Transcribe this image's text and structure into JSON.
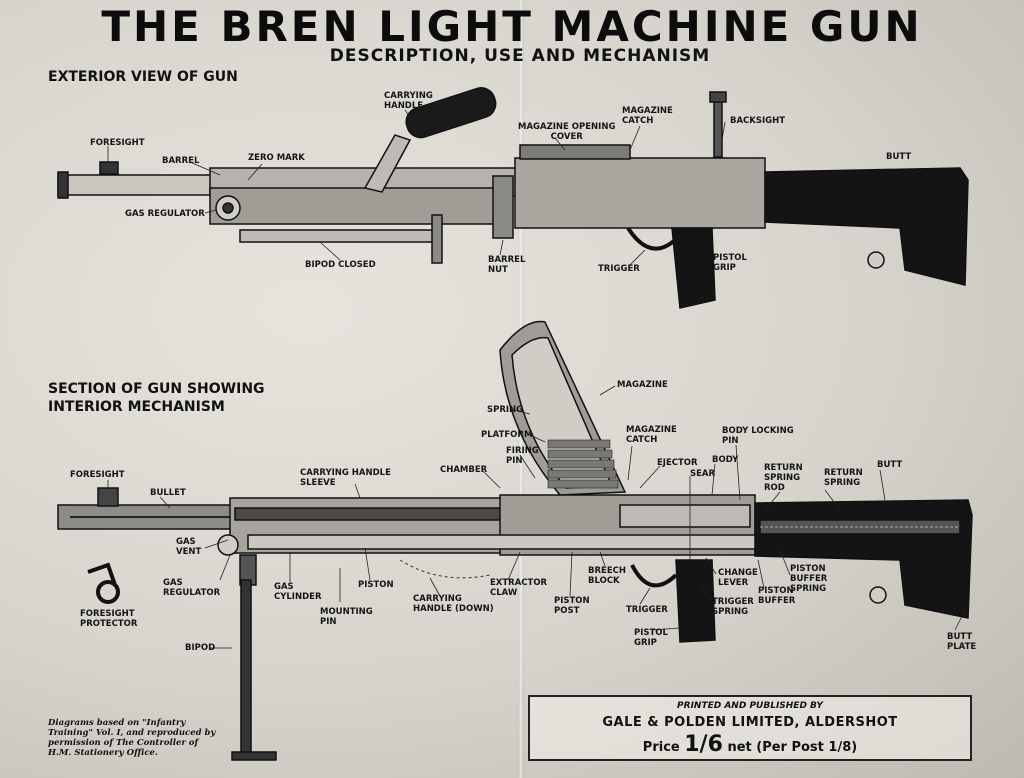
{
  "title": "THE BREN LIGHT MACHINE GUN",
  "subtitle": "DESCRIPTION, USE AND MECHANISM",
  "sections": {
    "exterior": "EXTERIOR VIEW OF GUN",
    "interior_line1": "SECTION OF GUN SHOWING",
    "interior_line2": "INTERIOR MECHANISM"
  },
  "exterior_labels": {
    "foresight": "FORESIGHT",
    "barrel": "BARREL",
    "zero_mark": "ZERO MARK",
    "carrying_handle": "CARRYING\nHANDLE",
    "magazine_opening_cover": "MAGAZINE OPENING\nCOVER",
    "magazine_catch": "MAGAZINE\nCATCH",
    "backsight": "BACKSIGHT",
    "butt": "BUTT",
    "gas_regulator": "GAS REGULATOR",
    "bipod_closed": "BIPOD CLOSED",
    "barrel_nut": "BARREL\nNUT",
    "trigger": "TRIGGER",
    "pistol_grip": "PISTOL\nGRIP"
  },
  "interior_labels": {
    "magazine": "MAGAZINE",
    "spring": "SPRING",
    "platform": "PLATFORM",
    "firing_pin": "FIRING\nPIN",
    "magazine_catch": "MAGAZINE\nCATCH",
    "body_locking_pin": "BODY LOCKING\nPIN",
    "body": "BODY",
    "ejector": "EJECTOR",
    "sear": "SEAR",
    "return_spring_rod": "RETURN\nSPRING\nROD",
    "return_spring": "RETURN\nSPRING",
    "butt": "BUTT",
    "foresight": "FORESIGHT",
    "bullet": "BULLET",
    "carrying_handle_sleeve": "CARRYING HANDLE\nSLEEVE",
    "chamber": "CHAMBER",
    "gas_vent": "GAS\nVENT",
    "gas_regulator": "GAS\nREGULATOR",
    "gas_cylinder": "GAS\nCYLINDER",
    "piston": "PISTON",
    "mounting_pin": "MOUNTING\nPIN",
    "carrying_handle_down": "CARRYING\nHANDLE (DOWN)",
    "extractor_claw": "EXTRACTOR\nCLAW",
    "piston_post": "PISTON\nPOST",
    "breech_block": "BREECH\nBLOCK",
    "trigger": "TRIGGER",
    "trigger_spring": "TRIGGER\nSPRING",
    "pistol_grip": "PISTOL\nGRIP",
    "change_lever": "CHANGE\nLEVER",
    "piston_buffer": "PISTON\nBUFFER",
    "piston_buffer_spring": "PISTON\nBUFFER\nSPRING",
    "butt_plate": "BUTT\nPLATE",
    "foresight_protector": "FORESIGHT\nPROTECTOR",
    "bipod": "BIPOD"
  },
  "footnote": "Diagrams based on \"Infantry\nTraining\" Vol. I, and reproduced by\npermission of The Controller of\nH.M. Stationery Office.",
  "publisher": {
    "line1": "PRINTED AND PUBLISHED BY",
    "line2": "GALE & POLDEN LIMITED, ALDERSHOT",
    "price_prefix": "Price",
    "price_value": "1/6",
    "price_suffix": "net (Per Post 1/8)"
  },
  "colors": {
    "ink": "#111111",
    "paper": "#dcdad3"
  }
}
